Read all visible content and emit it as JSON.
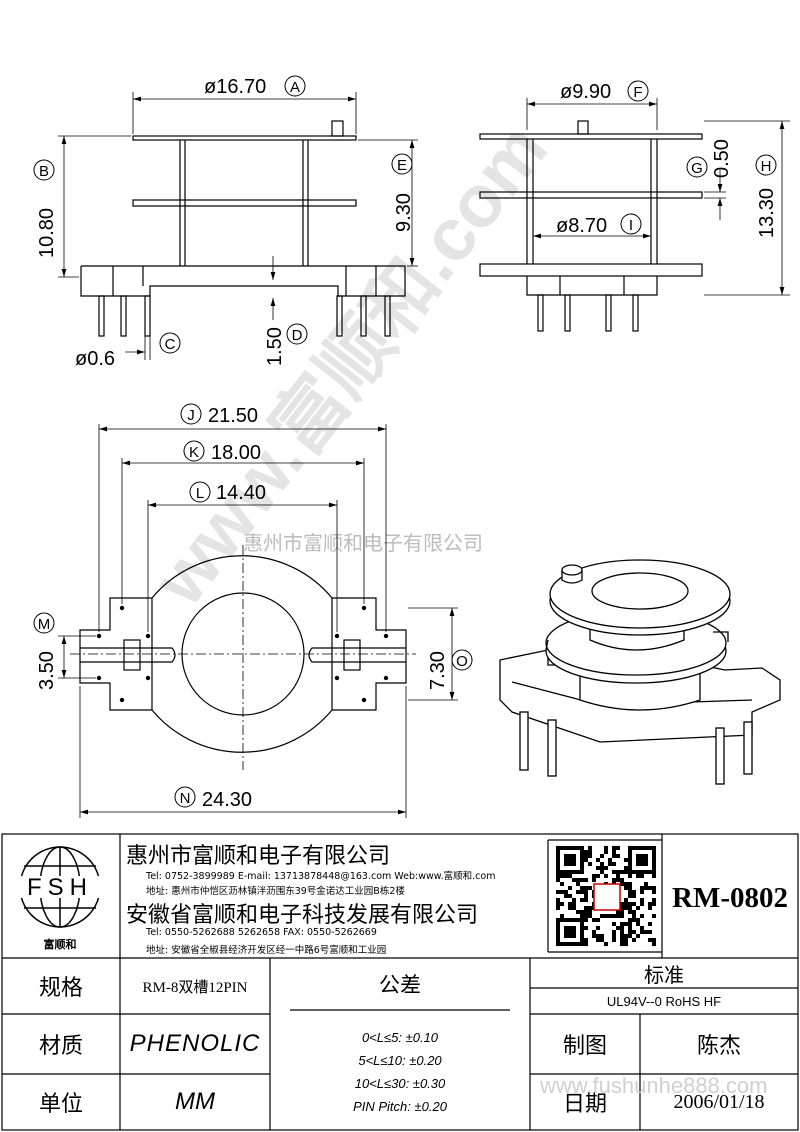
{
  "dims": {
    "A": {
      "circle": "A",
      "value": "ø16.70"
    },
    "B": {
      "circle": "B",
      "value": "10.80"
    },
    "C": {
      "circle": "C",
      "value": "ø0.6"
    },
    "D": {
      "circle": "D",
      "value": "1.50"
    },
    "E": {
      "circle": "E",
      "value": "9.30"
    },
    "F": {
      "circle": "F",
      "value": "ø9.90"
    },
    "G": {
      "circle": "G",
      "value": "0.50"
    },
    "H": {
      "circle": "H",
      "value": "13.30"
    },
    "I": {
      "circle": "I",
      "value": "ø8.70"
    },
    "J": {
      "circle": "J",
      "value": "21.50"
    },
    "K": {
      "circle": "K",
      "value": "18.00"
    },
    "L": {
      "circle": "L",
      "value": "14.40"
    },
    "M": {
      "circle": "M",
      "value": "3.50"
    },
    "N": {
      "circle": "N",
      "value": "24.30"
    },
    "O": {
      "circle": "O",
      "value": "7.30"
    }
  },
  "watermark": {
    "diagonal": "www.富顺和.com",
    "company": "惠州市富顺和电子有限公司",
    "site": "www.fushunhe888.com"
  },
  "title_block": {
    "logo_text": "FSH",
    "logo_caption": "富顺和",
    "company1": "惠州市富顺和电子有限公司",
    "company1_contact": "Tel:  0752-3899989  E-mail: 13713878448@163.com  Web:www.富顺和.com",
    "company1_address": "地址: 惠州市仲恺区沥林镇泮沥围东39号金诺达工业园B栋2楼",
    "company2": "安徽省富顺和电子科技发展有限公司",
    "company2_contact": "Tel:  0550-5262688  5262658      FAX: 0550-5262669",
    "company2_address": "地址: 安徽省全椒县经济开发区经一中路6号富顺和工业园",
    "part_no": "RM-0802",
    "spec_label": "规格",
    "spec_value": "RM-8双槽12PIN",
    "material_label": "材质",
    "material_value": "PHENOLIC",
    "unit_label": "单位",
    "unit_value": "MM",
    "tolerance_label": "公差",
    "tolerance_lines": [
      "0<L≤5: ±0.10",
      "5<L≤10: ±0.20",
      "10<L≤30: ±0.30",
      "PIN Pitch: ±0.20"
    ],
    "standard_label": "标准",
    "standard_value": "UL94V--0  RoHS HF",
    "drawn_label": "制图",
    "drawn_value": "陈杰",
    "date_label": "日期",
    "date_value": "2006/01/18"
  }
}
